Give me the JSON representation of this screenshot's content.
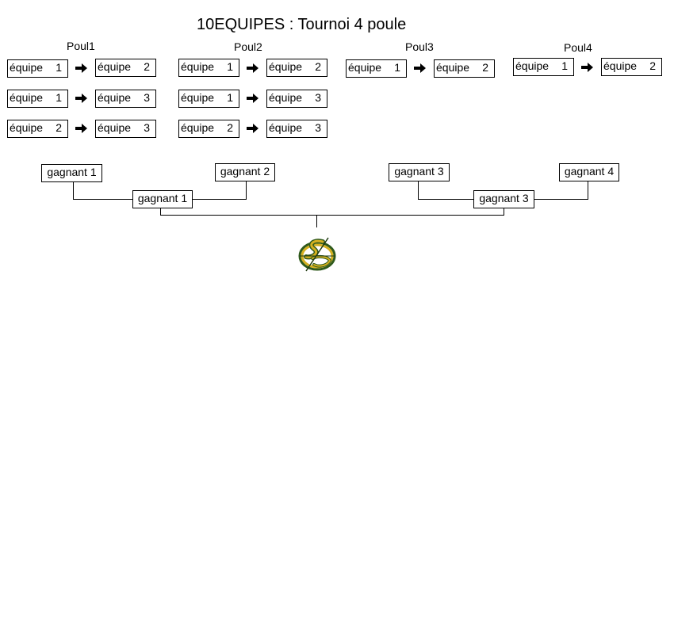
{
  "title": "10EQUIPES : Tournoi 4 poule",
  "pools": [
    {
      "name": "Poul1",
      "matches": [
        {
          "home": "équipe",
          "home_num": "1",
          "away": "équipe",
          "away_num": "2"
        },
        {
          "home": "équipe",
          "home_num": "1",
          "away": "équipe",
          "away_num": "3"
        },
        {
          "home": "équipe",
          "home_num": "2",
          "away": "équipe",
          "away_num": "3"
        }
      ]
    },
    {
      "name": "Poul2",
      "matches": [
        {
          "home": "équipe",
          "home_num": "1",
          "away": "équipe",
          "away_num": "2"
        },
        {
          "home": "équipe",
          "home_num": "1",
          "away": "équipe",
          "away_num": "3"
        },
        {
          "home": "équipe",
          "home_num": "2",
          "away": "équipe",
          "away_num": "3"
        }
      ]
    },
    {
      "name": "Poul3",
      "matches": [
        {
          "home": "équipe",
          "home_num": "1",
          "away": "équipe",
          "away_num": "2"
        }
      ]
    },
    {
      "name": "Poul4",
      "matches": [
        {
          "home": "équipe",
          "home_num": "1",
          "away": "équipe",
          "away_num": "2"
        }
      ]
    }
  ],
  "bracket": {
    "round1": [
      "gagnant 1",
      "gagnant 2",
      "gagnant 3",
      "gagnant  4"
    ],
    "semis": [
      "gagnant 1",
      "gagnant 3"
    ]
  },
  "logo": {
    "icon": "club-logo",
    "colors": [
      "#d4b020",
      "#2f5a1c"
    ]
  }
}
